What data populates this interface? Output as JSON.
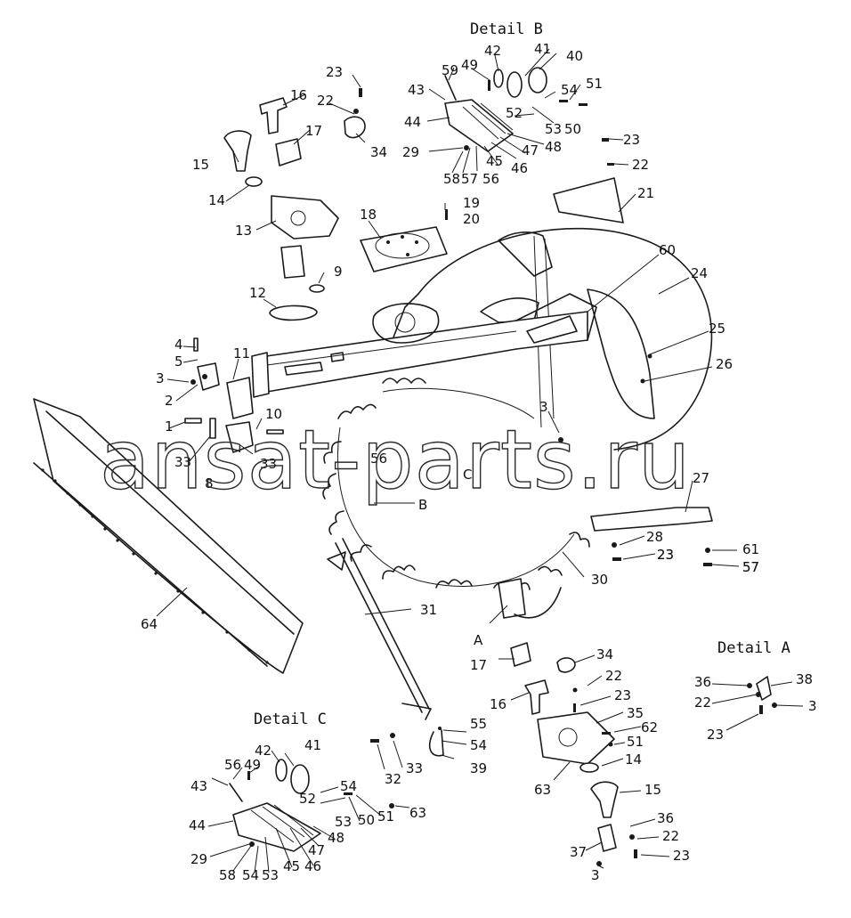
{
  "titles": {
    "detail_b": "Detail B",
    "detail_a": "Detail A",
    "detail_c": "Detail C"
  },
  "watermark": "ansat-parts.ru",
  "view_marks": {
    "a": "A",
    "b": "B",
    "c": "C"
  },
  "colors": {
    "ink": "#1a1a1a",
    "background": "#ffffff"
  },
  "callouts": [
    {
      "id": "n1",
      "text": "1"
    },
    {
      "id": "n2",
      "text": "2"
    },
    {
      "id": "n3a",
      "text": "3"
    },
    {
      "id": "n4",
      "text": "4"
    },
    {
      "id": "n5",
      "text": "5"
    },
    {
      "id": "n3b",
      "text": "3"
    },
    {
      "id": "n8",
      "text": "8"
    },
    {
      "id": "n9",
      "text": "9"
    },
    {
      "id": "n10",
      "text": "10"
    },
    {
      "id": "n11",
      "text": "11"
    },
    {
      "id": "n12",
      "text": "12"
    },
    {
      "id": "n13",
      "text": "13"
    },
    {
      "id": "n14a",
      "text": "14"
    },
    {
      "id": "n15a",
      "text": "15"
    },
    {
      "id": "n16a",
      "text": "16"
    },
    {
      "id": "n17a",
      "text": "17"
    },
    {
      "id": "n18",
      "text": "18"
    },
    {
      "id": "n19",
      "text": "19"
    },
    {
      "id": "n20",
      "text": "20"
    },
    {
      "id": "n21",
      "text": "21"
    },
    {
      "id": "n22a",
      "text": "22"
    },
    {
      "id": "n22b",
      "text": "22"
    },
    {
      "id": "n23a",
      "text": "23"
    },
    {
      "id": "n23b",
      "text": "23"
    },
    {
      "id": "n23c",
      "text": "23"
    },
    {
      "id": "n24",
      "text": "24"
    },
    {
      "id": "n25",
      "text": "25"
    },
    {
      "id": "n26",
      "text": "26"
    },
    {
      "id": "n27",
      "text": "27"
    },
    {
      "id": "n28",
      "text": "28"
    },
    {
      "id": "n30",
      "text": "30"
    },
    {
      "id": "n31",
      "text": "31"
    },
    {
      "id": "n33a",
      "text": "33"
    },
    {
      "id": "n33b",
      "text": "33"
    },
    {
      "id": "n34a",
      "text": "34"
    },
    {
      "id": "n56a",
      "text": "56"
    },
    {
      "id": "n57a",
      "text": "57"
    },
    {
      "id": "n60",
      "text": "60"
    },
    {
      "id": "n61",
      "text": "61"
    },
    {
      "id": "n64",
      "text": "64"
    },
    {
      "id": "b40",
      "text": "40"
    },
    {
      "id": "b41",
      "text": "41"
    },
    {
      "id": "b42",
      "text": "42"
    },
    {
      "id": "b43",
      "text": "43"
    },
    {
      "id": "b44",
      "text": "44"
    },
    {
      "id": "b45",
      "text": "45"
    },
    {
      "id": "b46",
      "text": "46"
    },
    {
      "id": "b47",
      "text": "47"
    },
    {
      "id": "b48",
      "text": "48"
    },
    {
      "id": "b49",
      "text": "49"
    },
    {
      "id": "b50",
      "text": "50"
    },
    {
      "id": "b51",
      "text": "51"
    },
    {
      "id": "b52",
      "text": "52"
    },
    {
      "id": "b53",
      "text": "53"
    },
    {
      "id": "b54",
      "text": "54"
    },
    {
      "id": "b56",
      "text": "56"
    },
    {
      "id": "b57",
      "text": "57"
    },
    {
      "id": "b58",
      "text": "58"
    },
    {
      "id": "b59",
      "text": "59"
    },
    {
      "id": "b29",
      "text": "29"
    },
    {
      "id": "a36",
      "text": "36"
    },
    {
      "id": "a38",
      "text": "38"
    },
    {
      "id": "a22",
      "text": "22"
    },
    {
      "id": "a3",
      "text": "3"
    },
    {
      "id": "a23",
      "text": "23"
    },
    {
      "id": "c29",
      "text": "29"
    },
    {
      "id": "c41",
      "text": "41"
    },
    {
      "id": "c42",
      "text": "42"
    },
    {
      "id": "c43",
      "text": "43"
    },
    {
      "id": "c44",
      "text": "44"
    },
    {
      "id": "c45",
      "text": "45"
    },
    {
      "id": "c46",
      "text": "46"
    },
    {
      "id": "c47",
      "text": "47"
    },
    {
      "id": "c48",
      "text": "48"
    },
    {
      "id": "c49",
      "text": "49"
    },
    {
      "id": "c50",
      "text": "50"
    },
    {
      "id": "c51",
      "text": "51"
    },
    {
      "id": "c52",
      "text": "52"
    },
    {
      "id": "c53a",
      "text": "53"
    },
    {
      "id": "c53b",
      "text": "53"
    },
    {
      "id": "c54a",
      "text": "54"
    },
    {
      "id": "c54b",
      "text": "54"
    },
    {
      "id": "c56",
      "text": "56"
    },
    {
      "id": "c58",
      "text": "58"
    },
    {
      "id": "c32",
      "text": "32"
    },
    {
      "id": "c33",
      "text": "33"
    },
    {
      "id": "c39",
      "text": "39"
    },
    {
      "id": "c54c",
      "text": "54"
    },
    {
      "id": "c55",
      "text": "55"
    },
    {
      "id": "c63a",
      "text": "63"
    },
    {
      "id": "r16",
      "text": "16"
    },
    {
      "id": "r17",
      "text": "17"
    },
    {
      "id": "r34",
      "text": "34"
    },
    {
      "id": "r22",
      "text": "22"
    },
    {
      "id": "r23",
      "text": "23"
    },
    {
      "id": "r35",
      "text": "35"
    },
    {
      "id": "r62",
      "text": "62"
    },
    {
      "id": "r51",
      "text": "51"
    },
    {
      "id": "r14",
      "text": "14"
    },
    {
      "id": "r15",
      "text": "15"
    },
    {
      "id": "r63",
      "text": "63"
    },
    {
      "id": "r36",
      "text": "36"
    },
    {
      "id": "r22b",
      "text": "22"
    },
    {
      "id": "r23b",
      "text": "23"
    },
    {
      "id": "r37",
      "text": "37"
    },
    {
      "id": "r3",
      "text": "3"
    },
    {
      "id": "e23",
      "text": "23"
    },
    {
      "id": "e57",
      "text": "57"
    }
  ]
}
